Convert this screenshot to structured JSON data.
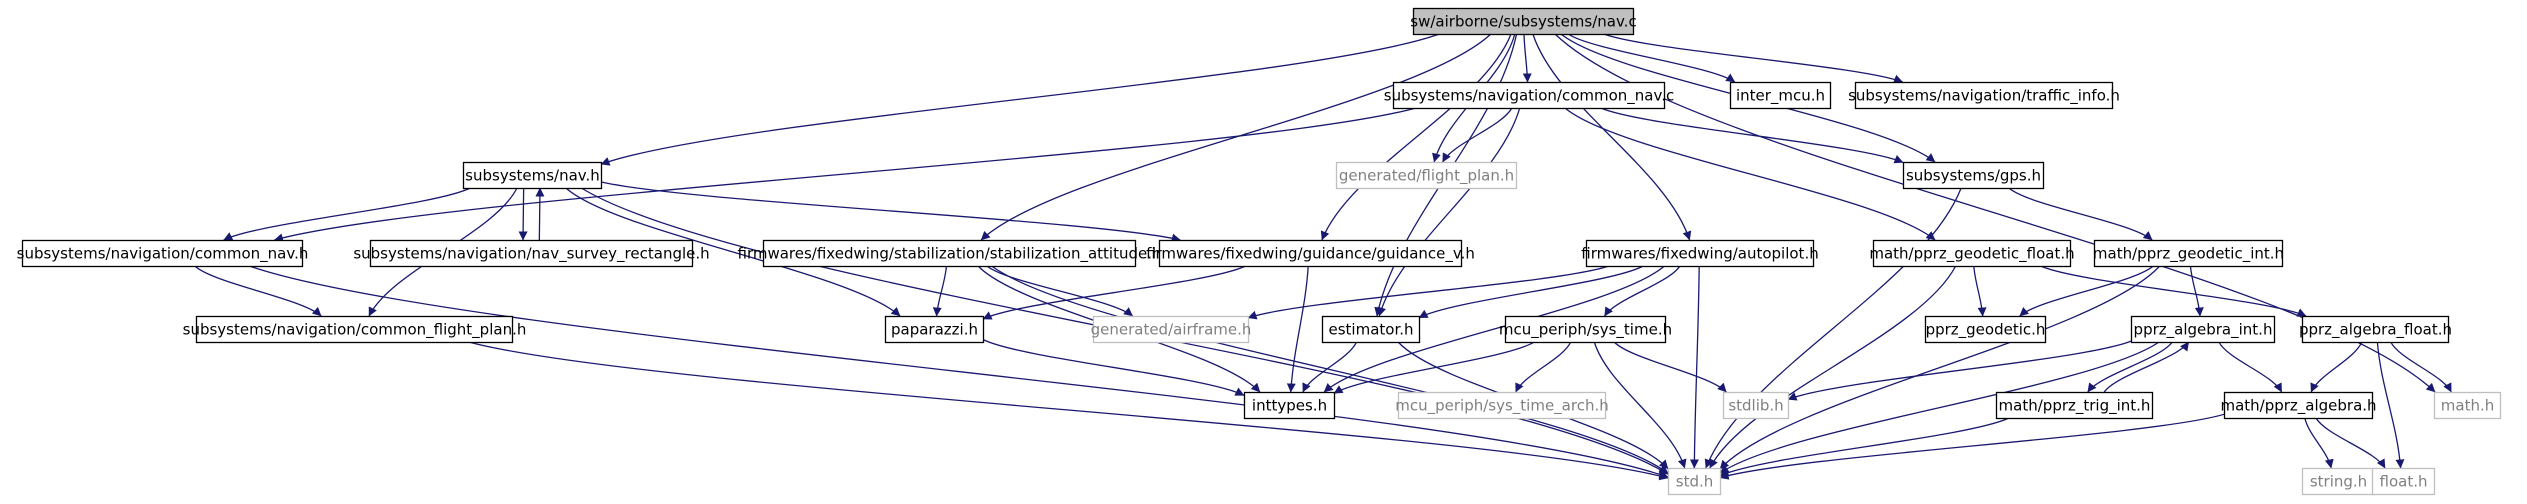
{
  "colors": {
    "edge": "#191970",
    "node_border": "#000000",
    "node_border_external": "#bfbfbf",
    "root_fill": "#bfbfbf",
    "text": "#000000",
    "text_external": "#808080",
    "background": "#ffffff"
  },
  "nodes": [
    {
      "id": "nav_c",
      "label": "sw/airborne/subsystems/nav.c",
      "kind": "root"
    },
    {
      "id": "common_nav_c",
      "label": "subsystems/navigation/common_nav.c",
      "kind": "file"
    },
    {
      "id": "inter_mcu",
      "label": "inter_mcu.h",
      "kind": "file"
    },
    {
      "id": "traffic_info",
      "label": "subsystems/navigation/traffic_info.h",
      "kind": "file"
    },
    {
      "id": "nav_h",
      "label": "subsystems/nav.h",
      "kind": "file"
    },
    {
      "id": "flight_plan",
      "label": "generated/flight_plan.h",
      "kind": "external"
    },
    {
      "id": "gps_h",
      "label": "subsystems/gps.h",
      "kind": "file"
    },
    {
      "id": "common_nav_h",
      "label": "subsystems/navigation/common_nav.h",
      "kind": "file"
    },
    {
      "id": "nav_survey",
      "label": "subsystems/navigation/nav_survey_rectangle.h",
      "kind": "file"
    },
    {
      "id": "stab_att",
      "label": "firmwares/fixedwing/stabilization/stabilization_attitude.h",
      "kind": "file"
    },
    {
      "id": "guidance_v",
      "label": "firmwares/fixedwing/guidance/guidance_v.h",
      "kind": "file"
    },
    {
      "id": "autopilot",
      "label": "firmwares/fixedwing/autopilot.h",
      "kind": "file"
    },
    {
      "id": "geo_float",
      "label": "math/pprz_geodetic_float.h",
      "kind": "file"
    },
    {
      "id": "geo_int",
      "label": "math/pprz_geodetic_int.h",
      "kind": "file"
    },
    {
      "id": "common_fp",
      "label": "subsystems/navigation/common_flight_plan.h",
      "kind": "file"
    },
    {
      "id": "paparazzi",
      "label": "paparazzi.h",
      "kind": "file"
    },
    {
      "id": "airframe",
      "label": "generated/airframe.h",
      "kind": "external"
    },
    {
      "id": "estimator",
      "label": "estimator.h",
      "kind": "file"
    },
    {
      "id": "sys_time",
      "label": "mcu_periph/sys_time.h",
      "kind": "file"
    },
    {
      "id": "pprz_geodetic",
      "label": "pprz_geodetic.h",
      "kind": "file"
    },
    {
      "id": "alg_int",
      "label": "pprz_algebra_int.h",
      "kind": "file"
    },
    {
      "id": "alg_float",
      "label": "pprz_algebra_float.h",
      "kind": "file"
    },
    {
      "id": "inttypes",
      "label": "inttypes.h",
      "kind": "file"
    },
    {
      "id": "sys_time_arch",
      "label": "mcu_periph/sys_time_arch.h",
      "kind": "external"
    },
    {
      "id": "stdlib",
      "label": "stdlib.h",
      "kind": "external"
    },
    {
      "id": "trig_int",
      "label": "math/pprz_trig_int.h",
      "kind": "file"
    },
    {
      "id": "math_alg",
      "label": "math/pprz_algebra.h",
      "kind": "file"
    },
    {
      "id": "math_h",
      "label": "math.h",
      "kind": "external"
    },
    {
      "id": "std_h",
      "label": "std.h",
      "kind": "external"
    },
    {
      "id": "string_h",
      "label": "string.h",
      "kind": "external"
    },
    {
      "id": "float_h",
      "label": "float.h",
      "kind": "external"
    }
  ],
  "edges": [
    [
      "nav_c",
      "common_nav_c"
    ],
    [
      "nav_c",
      "inter_mcu"
    ],
    [
      "nav_c",
      "traffic_info"
    ],
    [
      "nav_c",
      "nav_h"
    ],
    [
      "nav_c",
      "flight_plan"
    ],
    [
      "nav_c",
      "gps_h"
    ],
    [
      "nav_c",
      "stab_att"
    ],
    [
      "nav_c",
      "guidance_v"
    ],
    [
      "nav_c",
      "autopilot"
    ],
    [
      "nav_c",
      "estimator"
    ],
    [
      "nav_c",
      "math_h"
    ],
    [
      "common_nav_c",
      "flight_plan"
    ],
    [
      "common_nav_c",
      "common_nav_h"
    ],
    [
      "common_nav_c",
      "gps_h"
    ],
    [
      "common_nav_c",
      "geo_float"
    ],
    [
      "common_nav_c",
      "estimator"
    ],
    [
      "nav_h",
      "common_nav_h"
    ],
    [
      "nav_h",
      "nav_survey"
    ],
    [
      "nav_h",
      "common_fp"
    ],
    [
      "nav_h",
      "guidance_v"
    ],
    [
      "nav_h",
      "paparazzi"
    ],
    [
      "nav_h",
      "std_h"
    ],
    [
      "nav_survey",
      "nav_h"
    ],
    [
      "common_nav_h",
      "common_fp"
    ],
    [
      "common_nav_h",
      "std_h"
    ],
    [
      "common_fp",
      "std_h"
    ],
    [
      "stab_att",
      "paparazzi"
    ],
    [
      "stab_att",
      "airframe"
    ],
    [
      "stab_att",
      "inttypes"
    ],
    [
      "stab_att",
      "std_h"
    ],
    [
      "guidance_v",
      "paparazzi"
    ],
    [
      "guidance_v",
      "inttypes"
    ],
    [
      "autopilot",
      "airframe"
    ],
    [
      "autopilot",
      "estimator"
    ],
    [
      "autopilot",
      "sys_time"
    ],
    [
      "autopilot",
      "inttypes"
    ],
    [
      "autopilot",
      "std_h"
    ],
    [
      "paparazzi",
      "inttypes"
    ],
    [
      "estimator",
      "inttypes"
    ],
    [
      "estimator",
      "std_h"
    ],
    [
      "sys_time",
      "inttypes"
    ],
    [
      "sys_time",
      "sys_time_arch"
    ],
    [
      "sys_time",
      "stdlib"
    ],
    [
      "sys_time",
      "std_h"
    ],
    [
      "gps_h",
      "geo_int"
    ],
    [
      "gps_h",
      "std_h"
    ],
    [
      "geo_float",
      "pprz_geodetic"
    ],
    [
      "geo_float",
      "alg_float"
    ],
    [
      "geo_float",
      "std_h"
    ],
    [
      "geo_int",
      "pprz_geodetic"
    ],
    [
      "geo_int",
      "alg_int"
    ],
    [
      "geo_int",
      "std_h"
    ],
    [
      "alg_int",
      "stdlib"
    ],
    [
      "alg_int",
      "trig_int"
    ],
    [
      "alg_int",
      "math_alg"
    ],
    [
      "alg_int",
      "std_h"
    ],
    [
      "trig_int",
      "alg_int"
    ],
    [
      "trig_int",
      "std_h"
    ],
    [
      "alg_float",
      "math_alg"
    ],
    [
      "alg_float",
      "math_h"
    ],
    [
      "alg_float",
      "float_h"
    ],
    [
      "math_alg",
      "std_h"
    ],
    [
      "math_alg",
      "string_h"
    ],
    [
      "math_alg",
      "float_h"
    ]
  ]
}
